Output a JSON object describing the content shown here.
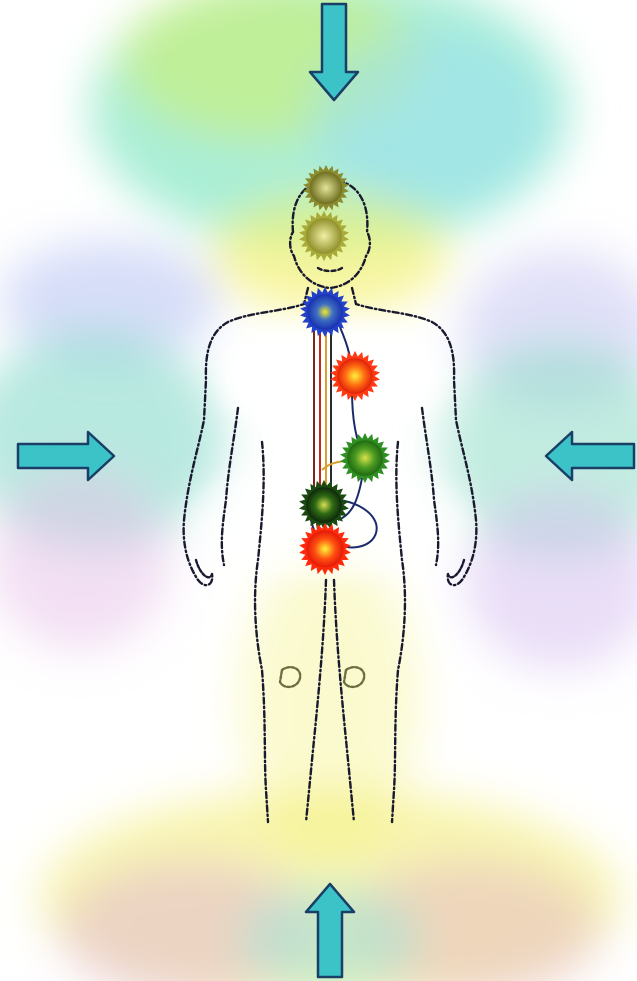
{
  "colors": {
    "background": "#ffffff",
    "arrow_fill": "#3cc3c8",
    "arrow_stroke": "#1a3f66",
    "outline": "#1a1a2e",
    "aura_cyan": "#7fe6d8",
    "aura_yellow": "#f4f06a",
    "aura_violet": "#c8b3f0",
    "aura_pink": "#f1c9e6"
  },
  "arrows": [
    {
      "id": "top",
      "direction": "down"
    },
    {
      "id": "left",
      "direction": "right"
    },
    {
      "id": "right",
      "direction": "left"
    },
    {
      "id": "bottom",
      "direction": "up"
    }
  ],
  "chakras": [
    {
      "id": "crown",
      "color": "#8a8a2e"
    },
    {
      "id": "third-eye",
      "color": "#a8aa3a"
    },
    {
      "id": "throat",
      "color": "#2342c8"
    },
    {
      "id": "heart",
      "color": "#ff3b14"
    },
    {
      "id": "solar-plexus",
      "color": "#2f8f22"
    },
    {
      "id": "sacral",
      "color": "#1a4a12"
    },
    {
      "id": "root",
      "color": "#ff2a0a"
    }
  ]
}
